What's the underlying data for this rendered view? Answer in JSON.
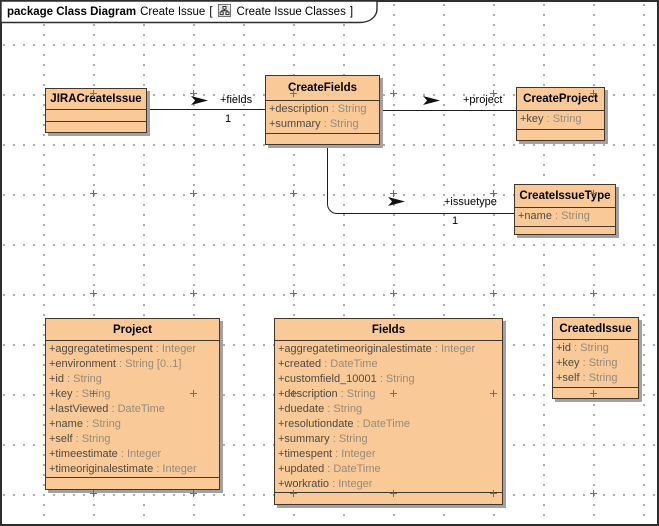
{
  "header": {
    "keyword": "package Class Diagram",
    "diagram_name": "Create Issue",
    "bracket_open": "[",
    "context_name": "Create Issue Classes",
    "bracket_close": "]",
    "icon": "class-diagram-icon"
  },
  "classes": [
    {
      "name": "JIRACreateIssue",
      "attributes": []
    },
    {
      "name": "CreateFields",
      "attributes": [
        "+description : String",
        "+summary : String"
      ]
    },
    {
      "name": "CreateProject",
      "attributes": [
        "+key : String"
      ]
    },
    {
      "name": "CreateIssueType",
      "attributes": [
        "+name : String"
      ]
    },
    {
      "name": "Project",
      "attributes": [
        "+aggregatetimespent : Integer",
        "+environment : String [0..1]",
        "+id : String",
        "+key : String",
        "+lastViewed : DateTime",
        "+name : String",
        "+self : String",
        "+timeestimate : Integer",
        "+timeoriginalestimate : Integer"
      ]
    },
    {
      "name": "Fields",
      "attributes": [
        "+aggregatetimeoriginalestimate : Integer",
        "+created : DateTime",
        "+customfield_10001 : String",
        "+description : String",
        "+duedate : String",
        "+resolutiondate : DateTime",
        "+summary : String",
        "+timespent : Integer",
        "+updated : DateTime",
        "+workratio : Integer"
      ]
    },
    {
      "name": "CreatedIssue",
      "attributes": [
        "+id : String",
        "+key : String",
        "+self : String"
      ]
    }
  ],
  "associations": [
    {
      "from": "JIRACreateIssue",
      "to": "CreateFields",
      "role": "+fields",
      "multiplicity": "1"
    },
    {
      "from": "CreateFields",
      "to": "CreateProject",
      "role": "+project",
      "multiplicity": ""
    },
    {
      "from": "CreateFields",
      "to": "CreateIssueType",
      "role": "+issuetype",
      "multiplicity": "1"
    }
  ],
  "colors": {
    "box_fill": "#f9c997",
    "box_border": "#43362a",
    "box_shadow": "#a2a2a2",
    "attribute_text": "#4f4b46",
    "attribute_type_text": "#958b7d",
    "line_color": "#1d1d1d",
    "grid_dot": "#919191",
    "frame_border": "#2e2e2e"
  }
}
